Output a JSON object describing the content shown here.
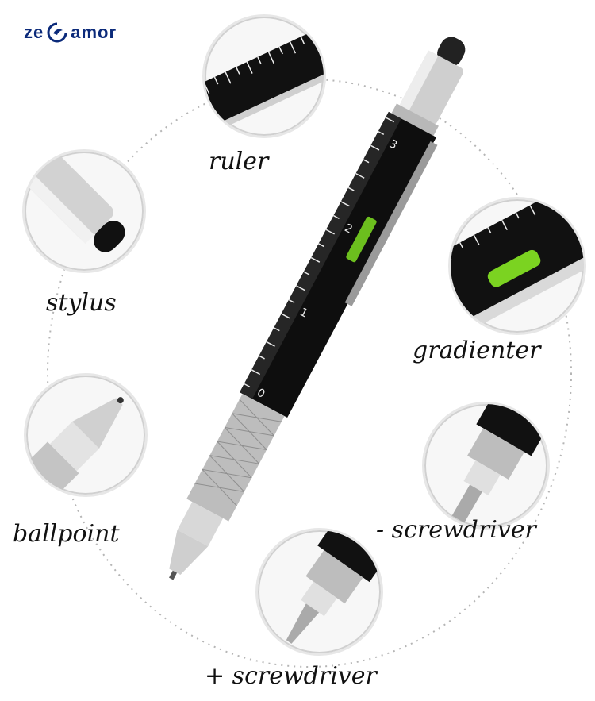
{
  "brand": {
    "text_left": "ze",
    "text_right": "amor",
    "mark_icon": "dolphin-logo-icon",
    "color": "#0b2a7a"
  },
  "features": {
    "ruler": "ruler",
    "stylus": "stylus",
    "gradienter": "gradienter",
    "ballpoint": "ballpoint",
    "minus_screwdriver": "- screwdriver",
    "plus_screwdriver": "+ screwdriver"
  },
  "pen_ruler_ticks": [
    "0",
    "1",
    "2",
    "3"
  ],
  "colors": {
    "pen_body": "#0e0e0e",
    "silver": "#c9c9c9",
    "level_green": "#7bd321"
  }
}
